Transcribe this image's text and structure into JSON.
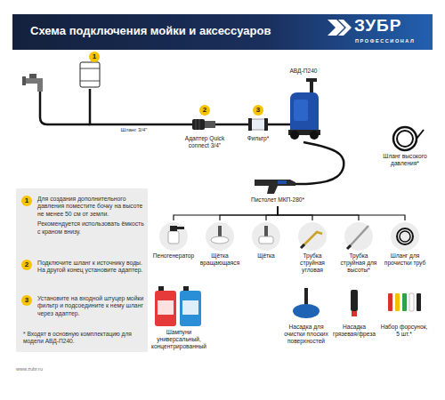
{
  "diagram": {
    "title": "Схема подключения мойки и аксессуаров",
    "nodes": [
      {
        "text": [
          "1"
        ]
      },
      {
        "text": [
          "2",
          "Адаптер Quick connect 3/4\""
        ]
      },
      {
        "text": [
          "3",
          "Фильтр*"
        ]
      },
      {
        "text": [
          "АВД-П240"
        ]
      },
      {
        "text": [
          "Шланг высокого давления*"
        ]
      },
      {
        "text": [
          "* Входят в основную комплектацию для модели АВД-П240."
        ]
      },
      {
        "text": [
          "1",
          "Для создания дополнительного давления поместите бочку на высоте не менее 50 см от земли.",
          "Рекомендуется использовать ёмкость с краном внизу."
        ],
        "in": 5
      },
      {
        "text": [
          "2",
          "Подключите шланг к источнику воды. На другой конец установите адаптер."
        ],
        "in": 5
      },
      {
        "text": [
          "3",
          "Установите на входной штуцер мойки фильтр и подсоедините к нему шланг через адаптер."
        ],
        "in": 5
      },
      {
        "text": [
          "Пистолет МКП-280*"
        ]
      },
      {
        "text": [
          "Пеногенератор"
        ]
      },
      {
        "text": [
          "Щётка вращающаяся"
        ]
      },
      {
        "text": [
          "Щётка"
        ]
      },
      {
        "text": [
          "Трубка струйная угловая"
        ]
      },
      {
        "text": [
          "Трубка струйная для высоты*"
        ]
      },
      {
        "text": [
          "Шланг для прочистки труб"
        ]
      },
      {
        "text": [
          "Шампуни универсальный, концентрированный"
        ]
      },
      {
        "text": [
          "Насадка для очистки плоских поверхностей"
        ]
      },
      {
        "text": [
          "Насадка грязевая/фреза"
        ]
      },
      {
        "text": [
          "Набор форсунок, 5 шт.*"
        ]
      }
    ],
    "edges": [
      {
        "from": 0,
        "to": 1,
        "label": "Шланг 3/4\"",
        "arrow": "none"
      },
      {
        "from": 1,
        "to": 2,
        "arrow": "none"
      },
      {
        "from": 2,
        "to": 3,
        "arrow": "none"
      },
      {
        "from": 3,
        "to": 9,
        "arrow": "none"
      },
      {
        "from": 9,
        "to": 10,
        "arrow": "none"
      },
      {
        "from": 9,
        "to": 11,
        "arrow": "none"
      },
      {
        "from": 9,
        "to": 12,
        "arrow": "none"
      },
      {
        "from": 9,
        "to": 13,
        "arrow": "none"
      },
      {
        "from": 9,
        "to": 14,
        "arrow": "none"
      },
      {
        "from": 9,
        "to": 15,
        "arrow": "none"
      }
    ],
    "labels": [
      "ЗУБР",
      "ПРОФЕССИОНАЛ",
      "www.zubr.ru"
    ]
  }
}
